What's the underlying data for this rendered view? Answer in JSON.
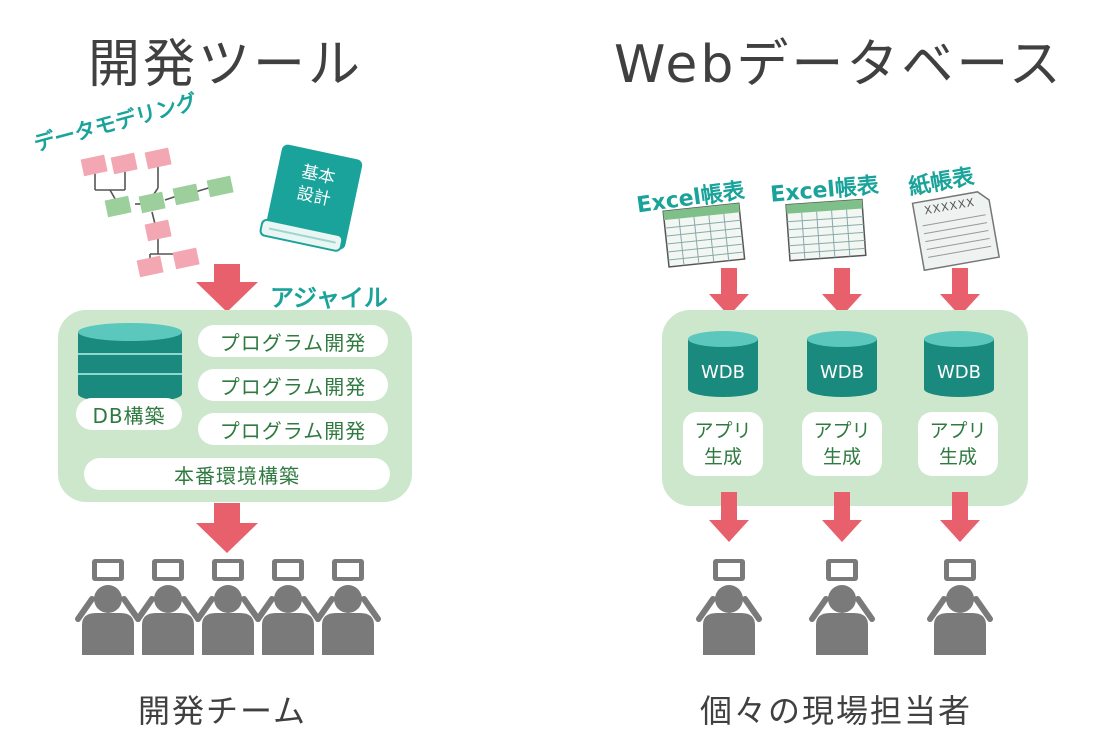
{
  "left": {
    "title": "開発ツール",
    "modeling_label": "データモデリング",
    "book_label_line1": "基本",
    "book_label_line2": "設計",
    "agile_label": "アジャイル",
    "db_label": "DB構築",
    "program_items": [
      "プログラム開発",
      "プログラム開発",
      "プログラム開発"
    ],
    "production_label": "本番環境構築",
    "team_label": "開発チーム"
  },
  "right": {
    "title": "Webデータベース",
    "sources": [
      {
        "label": "Excel帳表",
        "icon": "spreadsheet-icon"
      },
      {
        "label": "Excel帳表",
        "icon": "spreadsheet-icon"
      },
      {
        "label": "紙帳表",
        "icon": "paper-form-icon",
        "placeholder_text": "XXXXXX"
      }
    ],
    "wdb_label": "WDB",
    "app_line1": "アプリ",
    "app_line2": "生成",
    "staff_label": "個々の現場担当者"
  },
  "colors": {
    "arrow": "#e8606c",
    "panel": "#cde7cd",
    "teal": "#1aa39a",
    "pink_node": "#f2a7b3",
    "green_node": "#9ccf9c",
    "person": "#7a7a7a"
  }
}
